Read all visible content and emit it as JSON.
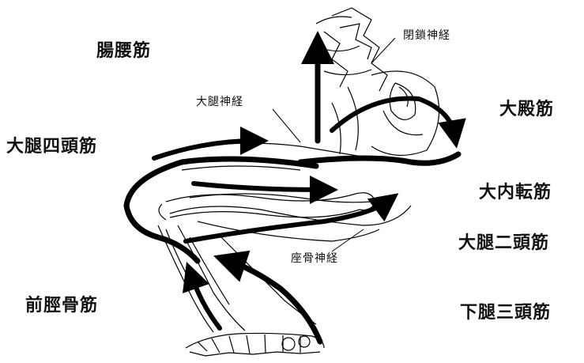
{
  "labels": {
    "iliopsoas": "腸腰筋",
    "quadriceps": "大腿四頭筋",
    "tibialis_anterior": "前脛骨筋",
    "gluteus": "大殿筋",
    "adductor": "大内転筋",
    "biceps_femoris": "大腿二頭筋",
    "triceps_surae": "下腿三頭筋",
    "obturator_nerve": "閉鎖神経",
    "femoral_nerve": "大腿神経",
    "sciatic_nerve": "座骨神経"
  },
  "colors": {
    "ink": "#000000",
    "background": "#ffffff"
  }
}
